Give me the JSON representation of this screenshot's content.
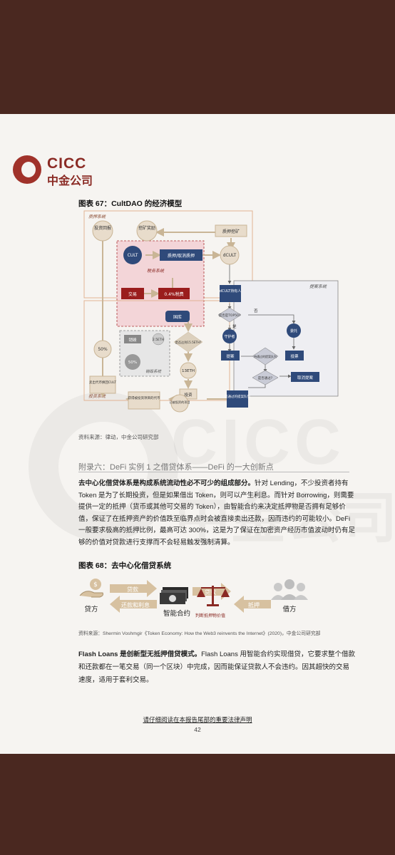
{
  "logo": {
    "en": "CICC",
    "cn": "中金公司"
  },
  "figure67": {
    "title": "图表 67：CultDAO 的经济模型",
    "source": "资料来源：律动，中金公司研究部",
    "group_labels": {
      "staking": "质押系统",
      "tax": "税务系统",
      "proposal": "提案系统",
      "investment": "投资系统",
      "burn": "销毁系统"
    },
    "nodes": {
      "invest_return": "投资回报",
      "mining_reward": "挖矿奖励",
      "stake_mining": "质押挖矿",
      "cult": "CULT",
      "stake_unstake": "质押/取消质押",
      "dcult": "dCULT",
      "trade": "交易",
      "tax_fee": "0.4%税费",
      "treasury": "国库",
      "dcult_holder": "dCULT持有人",
      "top50": "是否是TOP50?",
      "yes": "是",
      "no": "否",
      "guardian": "守护者",
      "proposal": "提案",
      "pending": "待通过的提案队列",
      "delegate": "委托",
      "vote": "投票",
      "passed": "是否通过?",
      "cancel": "取消提案",
      "approved_queue": "已通过的提案队列",
      "pct50_left": "50%",
      "burn": "销毁",
      "eth25": "2.5ETH",
      "pct50_mid": "50%",
      "reach15": "是否达到15.5ETH?",
      "eth13": "13ETH",
      "invest": "投资",
      "sell_token": "卖出代币换回CULT",
      "obtain_token": "获得被投资项目的代币",
      "invested_project": "已被投资的项目"
    }
  },
  "appendix_title": "附录六：DeFi 实例 1 之借贷体系——DeFi 的一大创新点",
  "para1": {
    "bold": "去中心化借贷体系是构成系统流动性必不可少的组成部分。",
    "text": "针对 Lending，不少投资者持有 Token 是为了长期投资，但是如果借出 Token，则可以产生利息。而针对 Borrowing，则需要提供一定的抵押（货币或其他可交易的 Token），由智能合约来决定抵押物是否拥有足够价值，保证了在抵押资产的价值跌至临界点时会被直接卖出还款，因而违约的可能较小。DeFi 一般要求极高的抵押比例，最高可达 300%，这是为了保证在加密资产经历市值波动时仍有足够的价值对贷款进行支撑而不会轻易触发强制清算。"
  },
  "figure68": {
    "title": "图表 68：去中心化借贷系统",
    "lender": "贷方",
    "loan": "贷款",
    "repay": "还款和利息",
    "contract": "智能合约",
    "loan2": "贷款",
    "collateral": "抵押",
    "judge": "判断抵押物价值",
    "borrower": "借方",
    "source": "资料来源：Shermin Voshmgir《Token Economy: How the Web3 reinvents the Internet》(2020)，中金公司研究部"
  },
  "para2": {
    "bold": "Flash Loans 是创新型无抵押借贷模式。",
    "text": "Flash Loans 用智能合约实现借贷，它要求整个借款和还款都在一笔交易（同一个区块）中完成，因而能保证贷款人不会违约。因其超快的交易速度，适用于套利交易。"
  },
  "footer": {
    "notice": "请仔细阅读在本报告尾部的重要法律声明",
    "page": "42"
  },
  "colors": {
    "brand": "#8a2a24",
    "navy": "#2f4a7a",
    "darkred": "#9a1d1d",
    "tan": "#d8c7a8"
  }
}
